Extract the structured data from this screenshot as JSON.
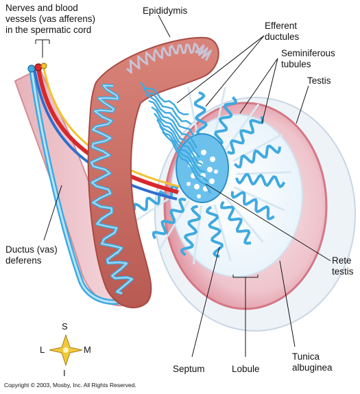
{
  "labels": {
    "nerves": "Nerves and blood\nvessels (vas afferens)\nin the spermatic cord",
    "epididymis": "Epididymis",
    "efferent": "Efferent\nductules",
    "seminiferous": "Seminiferous\ntubules",
    "testis": "Testis",
    "ductus": "Ductus (vas)\ndeferens",
    "rete": "Rete\ntestis",
    "septum": "Septum",
    "lobule": "Lobule",
    "tunica": "Tunica\nalbuginea"
  },
  "compass": {
    "superior": "S",
    "inferior": "I",
    "lateral": "L",
    "medial": "M"
  },
  "copyright": "Copyright © 2003, Mosby, Inc. All Rights Reserved.",
  "colors": {
    "tubule_blue": "#3fa9e0",
    "tubule_light": "#a9dcf5",
    "tunica_pink": "#e8a0aa",
    "epididymis_red": "#c96a60",
    "nerve_yellow": "#f2c230",
    "vessel_red": "#d8282b",
    "vessel_blue": "#2f6fd0"
  }
}
